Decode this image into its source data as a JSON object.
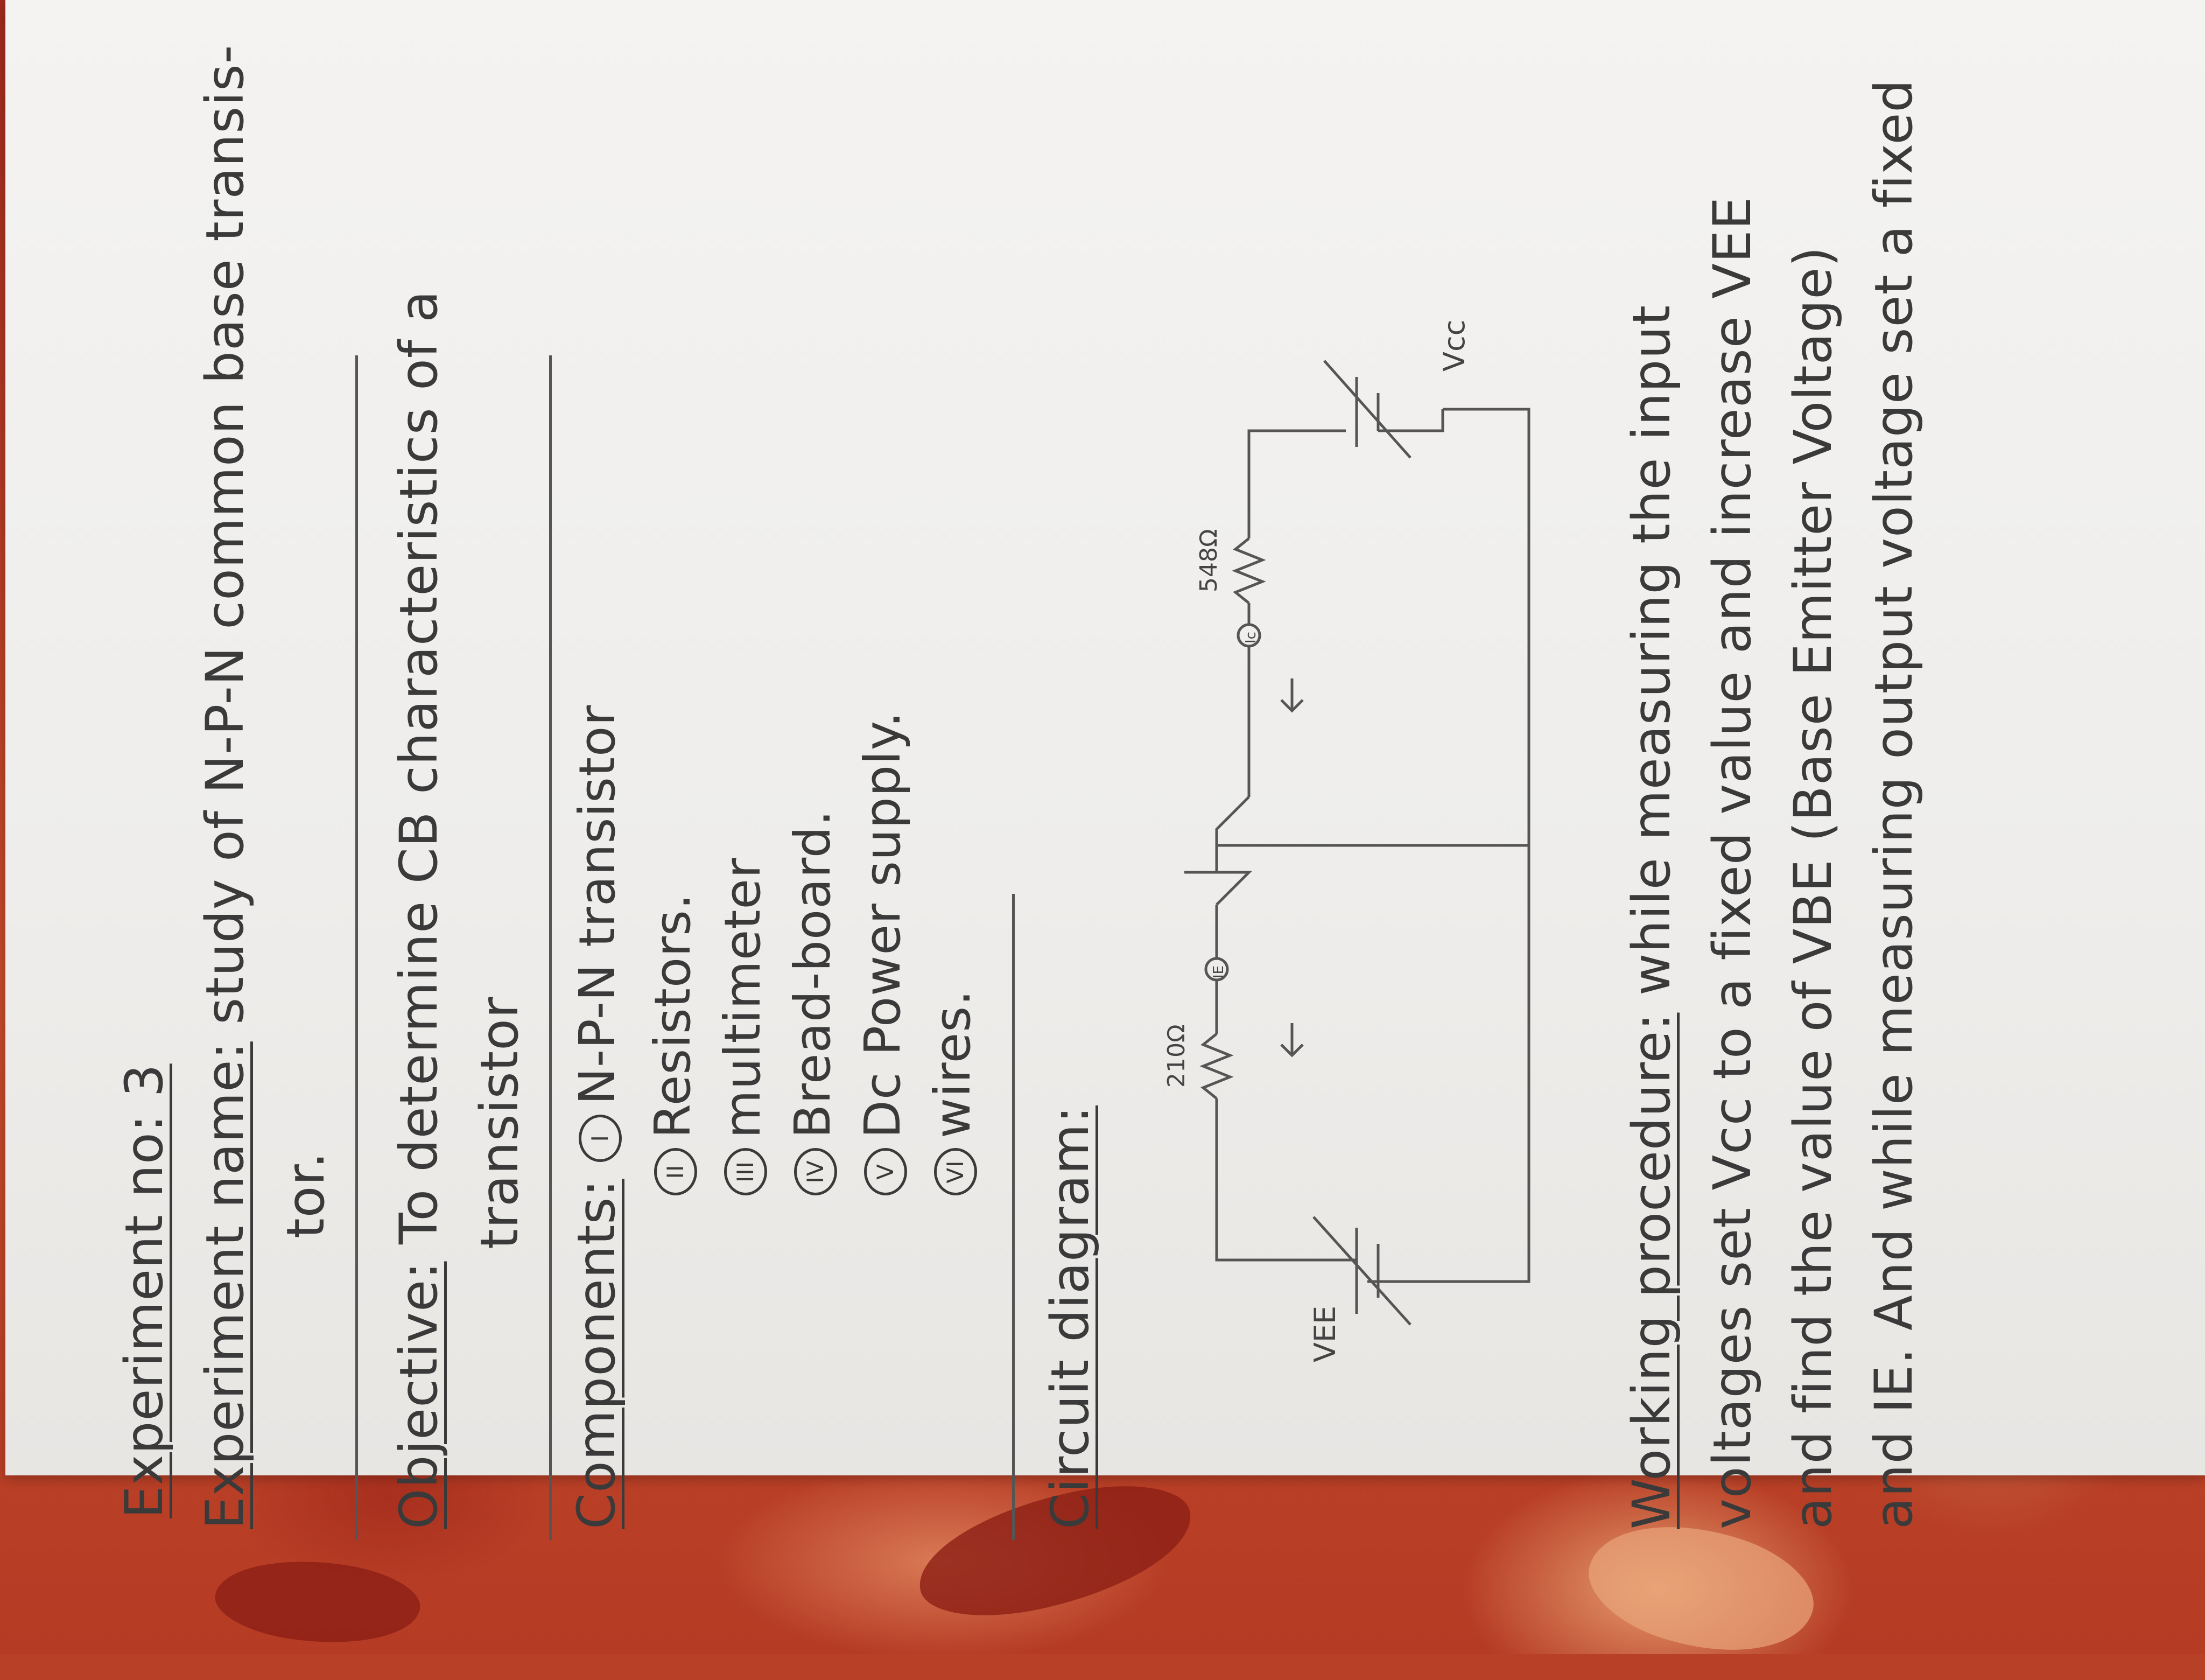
{
  "experiment": {
    "number_label": "Experiment no:",
    "number": "3",
    "name_label": "Experiment name:",
    "name_line1": "study of N-P-N common base transis-",
    "name_line2": "tor."
  },
  "objective": {
    "label": "Objective:",
    "line1": "To determine CB characteristics of a",
    "line2": "transistor"
  },
  "components": {
    "label": "Components:",
    "items": [
      {
        "num": "I",
        "text": "N-P-N transistor"
      },
      {
        "num": "II",
        "text": "Resistors."
      },
      {
        "num": "III",
        "text": "multimeter"
      },
      {
        "num": "IV",
        "text": "Bread-board."
      },
      {
        "num": "V",
        "text": "Dc Power supply."
      },
      {
        "num": "VI",
        "text": "wires."
      }
    ]
  },
  "circuit": {
    "label": "Circuit diagram:",
    "resistor_left": "210Ω",
    "resistor_right": "548Ω",
    "source_left": "VEE",
    "source_right": "Vcc",
    "meter_left": "IE",
    "meter_right": "Ic"
  },
  "procedure": {
    "label": "Working procedure:",
    "line1_rest": "while measuring the input",
    "line2": "voltages set Vcc to a fixed value and increase VEE",
    "line3": "and find the value of VBE (Base Emitter Voltage)",
    "line4": "and IE. And while measuring output voltage set a fixed"
  }
}
